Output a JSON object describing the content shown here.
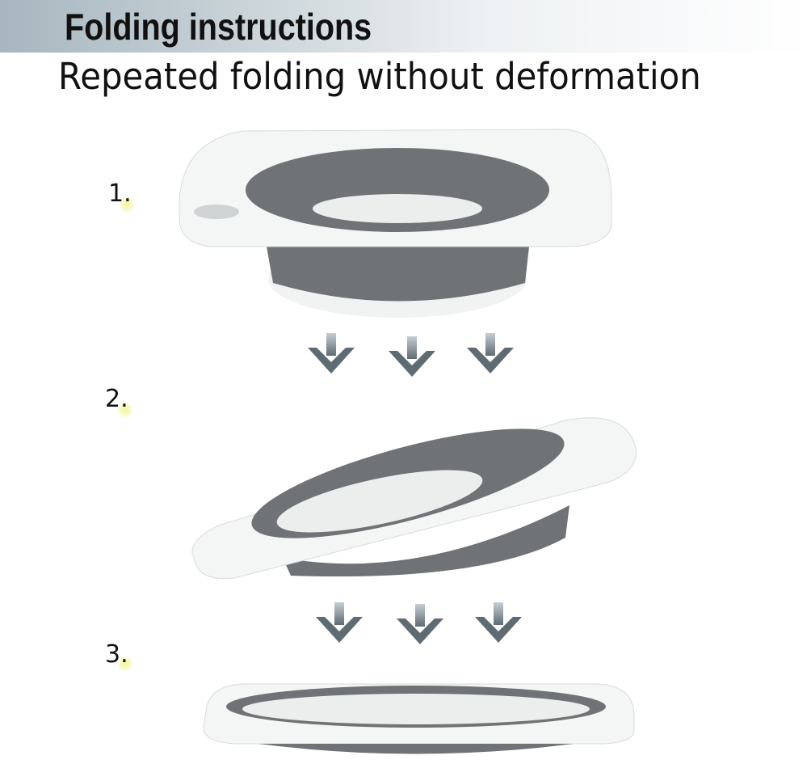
{
  "header": {
    "title": "Folding instructions",
    "subtitle": "Repeated folding without deformation"
  },
  "steps": [
    {
      "label": "1."
    },
    {
      "label": "2."
    },
    {
      "label": "3."
    }
  ],
  "colors": {
    "bowl_gray": "#6f7375",
    "rim_white": "#f4f5f5",
    "arrow": "#5f6b72"
  }
}
